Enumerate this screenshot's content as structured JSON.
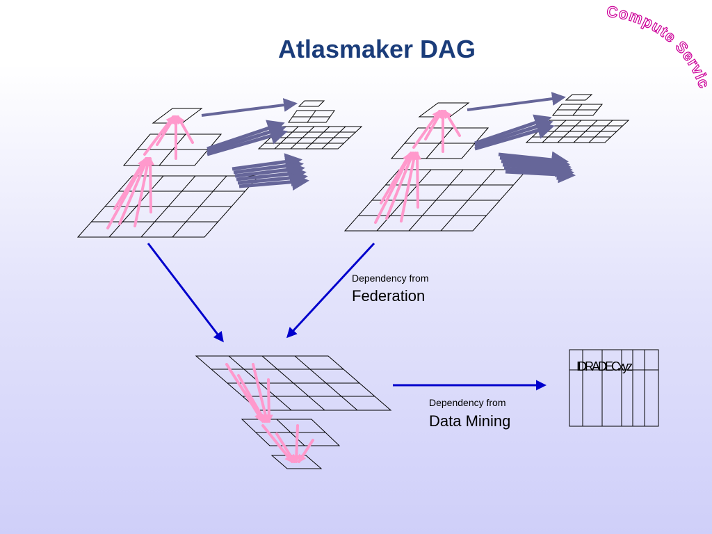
{
  "slide": {
    "title": "Atlasmaker DAG"
  },
  "captions": {
    "federation_small": "Dependency from",
    "federation_large": "Federation",
    "datamining_small": "Dependency from",
    "datamining_large": "Data Mining"
  },
  "table": {
    "header": "IDRADECxyz"
  },
  "stamp": {
    "text": "Compute Services",
    "color": "#cc0099"
  },
  "colors": {
    "title": "#1a3c7a",
    "dependency_arrow": "#0000cc",
    "pyramid_arrow": "#ff99cc",
    "tile_arrow": "#666699",
    "grid_line": "#000000"
  }
}
